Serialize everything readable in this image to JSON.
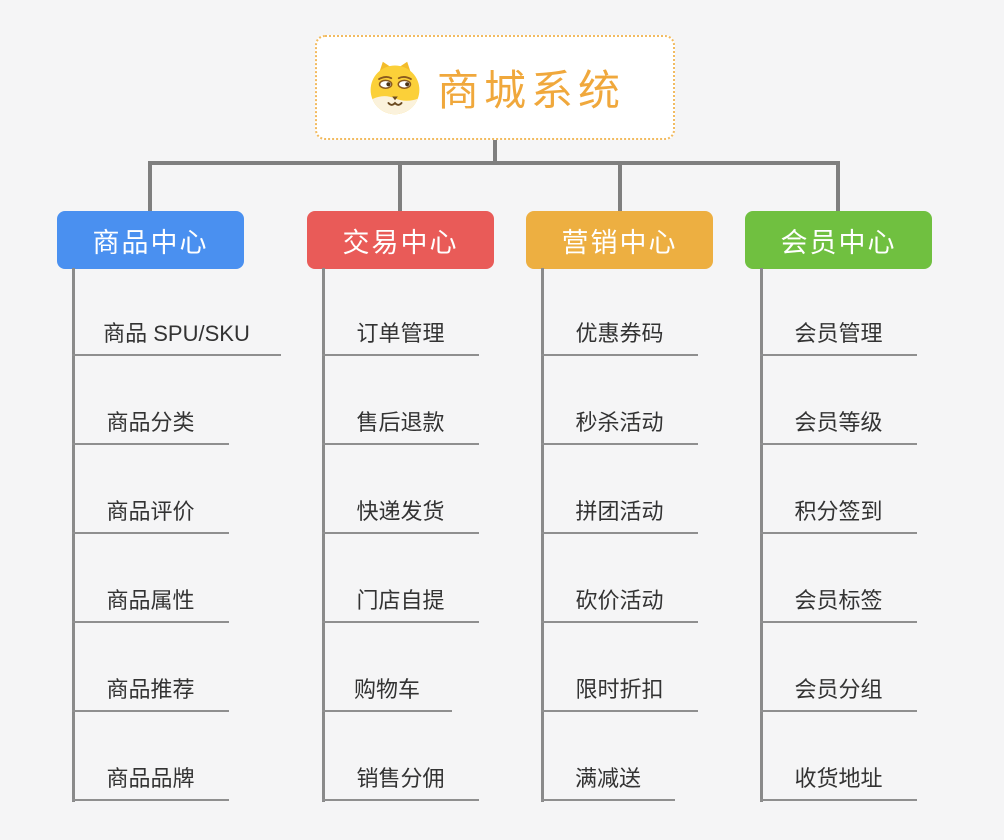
{
  "app": {
    "background": "#f5f5f6"
  },
  "root": {
    "title": "商城系统",
    "icon": "shiba-dog-icon",
    "title_color": "#F0A83C",
    "border_color": "#F2BB60"
  },
  "branches": [
    {
      "label": "商品中心",
      "color": "#4A90F0",
      "children": [
        "商品 SPU/SKU",
        "商品分类",
        "商品评价",
        "商品属性",
        "商品推荐",
        "商品品牌"
      ]
    },
    {
      "label": "交易中心",
      "color": "#E95B58",
      "children": [
        "订单管理",
        "售后退款",
        "快递发货",
        "门店自提",
        "购物车",
        "销售分佣"
      ]
    },
    {
      "label": "营销中心",
      "color": "#EDAF41",
      "children": [
        "优惠券码",
        "秒杀活动",
        "拼团活动",
        "砍价活动",
        "限时折扣",
        "满减送"
      ]
    },
    {
      "label": "会员中心",
      "color": "#70C040",
      "children": [
        "会员管理",
        "会员等级",
        "积分签到",
        "会员标签",
        "会员分组",
        "收货地址"
      ]
    }
  ],
  "colors": {
    "connector": "#7f7f7f",
    "subtopic_line": "#8f8f8f",
    "subtopic_text": "#333333"
  }
}
